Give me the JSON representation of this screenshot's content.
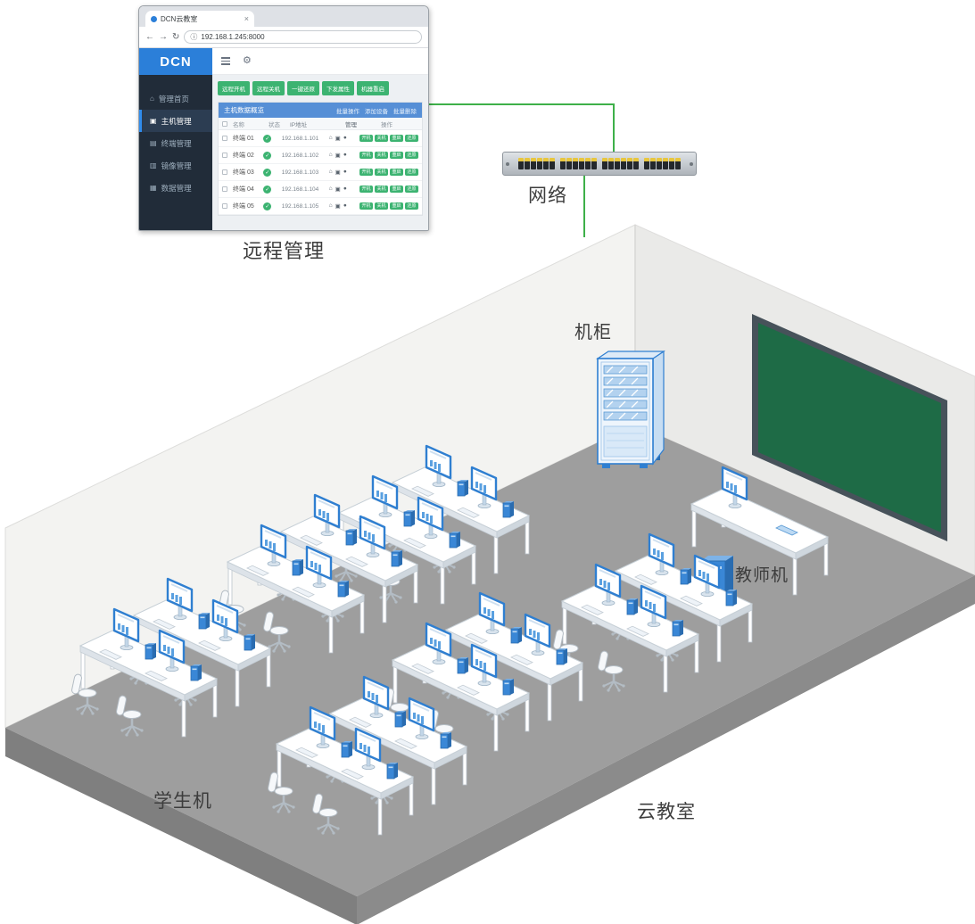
{
  "labels": {
    "remote_management": "远程管理",
    "network": "网络",
    "cabinet": "机柜",
    "teacher": "教师机",
    "student": "学生机",
    "classroom": "云教室"
  },
  "colors": {
    "cable_green": "#3eb049",
    "dcn_blue": "#2b7fd9",
    "button_green": "#3cb371",
    "board_green": "#1e6b46"
  },
  "network_switch": {
    "port_groups": 4,
    "ports_per_group": 6
  },
  "browser": {
    "tab_title": "DCN云教室",
    "url": "192.168.1.245:8000",
    "brand": "DCN",
    "sidebar": [
      {
        "label": "管理首页"
      },
      {
        "label": "主机管理"
      },
      {
        "label": "终端管理"
      },
      {
        "label": "镜像管理"
      },
      {
        "label": "数据管理"
      }
    ],
    "toolbar_buttons": [
      {
        "label": "远程开机"
      },
      {
        "label": "远程关机"
      },
      {
        "label": "一键还原"
      },
      {
        "label": "下发属性"
      },
      {
        "label": "机器重启"
      }
    ],
    "panel": {
      "title": "主机数据概览",
      "links": [
        {
          "label": "批量操作"
        },
        {
          "label": "添加设备"
        },
        {
          "label": "批量删除"
        }
      ]
    },
    "table": {
      "columns": [
        "名称",
        "状态",
        "IP地址",
        "管理",
        "操作"
      ],
      "row_badges": [
        "开机",
        "关机",
        "重启",
        "还原"
      ],
      "rows": [
        {
          "name": "终端 01",
          "ip": "192.168.1.101"
        },
        {
          "name": "终端 02",
          "ip": "192.168.1.102"
        },
        {
          "name": "终端 03",
          "ip": "192.168.1.103"
        },
        {
          "name": "终端 04",
          "ip": "192.168.1.104"
        },
        {
          "name": "终端 05",
          "ip": "192.168.1.105"
        }
      ]
    }
  }
}
